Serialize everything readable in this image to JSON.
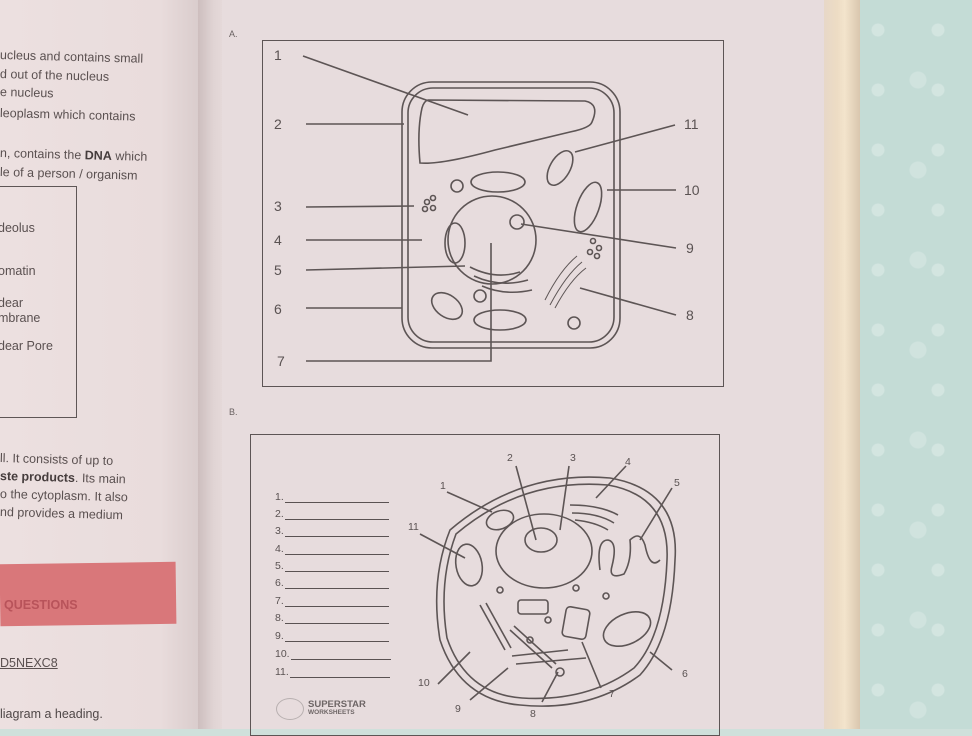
{
  "left_page": {
    "paragraph_top": [
      "ucleus and contains small",
      "d out of the nucleus",
      "e nucleus",
      "leoplasm which contains",
      "",
      "n, contains the DNA which",
      "le of a person / organism"
    ],
    "paragraph_top_bold": "DNA",
    "labels_box": [
      "deolus",
      "omatin",
      "dear",
      "mbrane",
      "dear Pore"
    ],
    "paragraph_bottom": [
      "ll. It consists of up to",
      "ste products. Its main",
      "o the cytoplasm. It also",
      "nd provides a medium"
    ],
    "paragraph_bottom_bold": "ste products",
    "questions_banner": "QUESTIONS",
    "code_link": "D5NEXC8",
    "instruction": "liagram a heading."
  },
  "right_page": {
    "section_a": {
      "letter": "A.",
      "labels_left": [
        "1",
        "2",
        "3",
        "4",
        "5",
        "6",
        "7"
      ],
      "labels_right": [
        "11",
        "10",
        "9",
        "8"
      ]
    },
    "section_b": {
      "letter": "B.",
      "answer_lines": [
        "1.",
        "2.",
        "3.",
        "4.",
        "5.",
        "6.",
        "7.",
        "8.",
        "9.",
        "10.",
        "11."
      ],
      "diagram_labels": [
        "1",
        "2",
        "3",
        "4",
        "5",
        "6",
        "7",
        "8",
        "9",
        "10",
        "11"
      ],
      "logo_line1": "SUPERSTAR",
      "logo_line2": "WORKSHEETS"
    }
  },
  "colors": {
    "banner": "#d9777a",
    "banner_text": "#b8535a",
    "ink": "#5a5252",
    "page": "#e7dcdd",
    "cloth": "#c4dcd6"
  }
}
